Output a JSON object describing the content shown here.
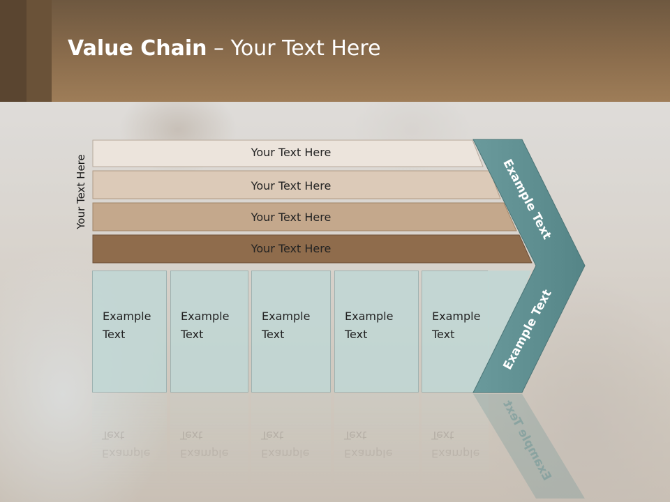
{
  "slide": {
    "title_bold": "Value Chain",
    "title_rest": " – Your Text Here",
    "side_label": "Your Text Here"
  },
  "bars": [
    {
      "label": "Your Text Here",
      "color": "#ece4dc"
    },
    {
      "label": "Your Text Here",
      "color": "#dccab8"
    },
    {
      "label": "Your Text Here",
      "color": "#c4a88c"
    },
    {
      "label": "Your Text Here",
      "color": "#8f6c4c"
    }
  ],
  "boxes": [
    {
      "line1": "Example",
      "line2": "Text"
    },
    {
      "line1": "Example",
      "line2": "Text"
    },
    {
      "line1": "Example",
      "line2": "Text"
    },
    {
      "line1": "Example",
      "line2": "Text"
    },
    {
      "line1": "Example",
      "line2": "Text"
    }
  ],
  "chevron": {
    "top_text": "Example Text",
    "bottom_text": "Example Text",
    "color": "#5f8f91"
  },
  "colors": {
    "header": "#8a6c4c",
    "box_fill": "#c0d7d5"
  }
}
